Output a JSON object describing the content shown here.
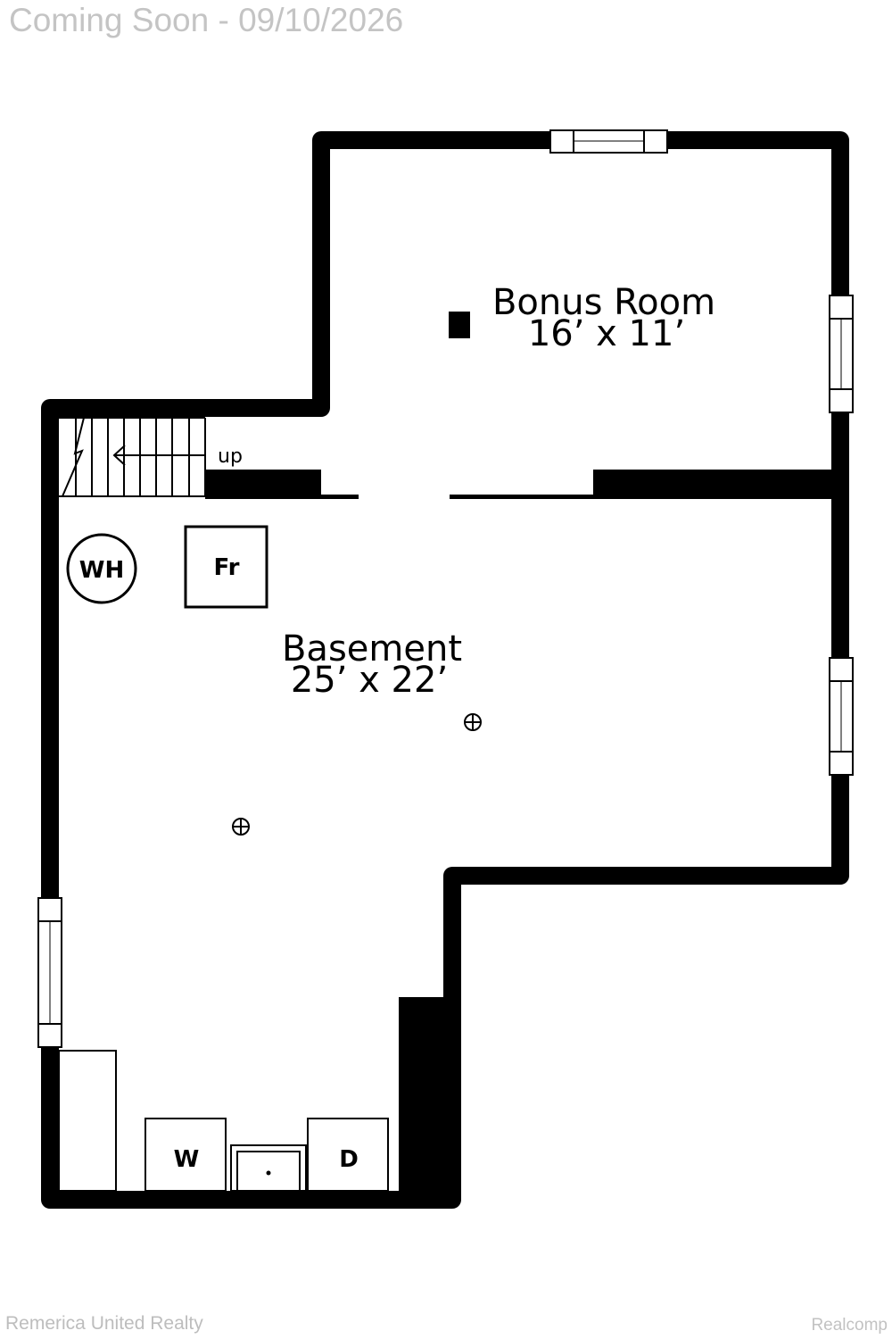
{
  "banner": {
    "text": "Coming Soon - 09/10/2026"
  },
  "floorplan": {
    "rooms": [
      {
        "name": "Bonus Room",
        "dims": "16’ x 11’"
      },
      {
        "name": "Basement",
        "dims": "25’ x 22’"
      }
    ],
    "stairs_label": "up",
    "fixtures": {
      "water_heater": "WH",
      "furnace": "Fr",
      "washer": "W",
      "dryer": "D"
    }
  },
  "footer": {
    "left": "Remerica United Realty",
    "right": "Realcomp"
  }
}
